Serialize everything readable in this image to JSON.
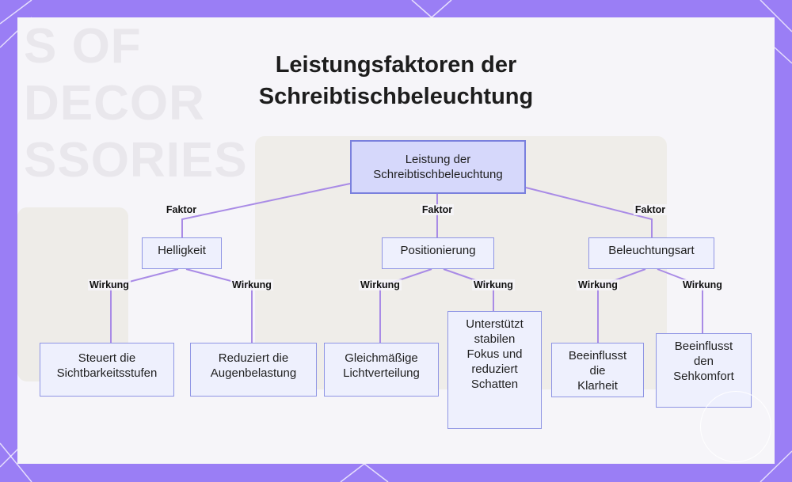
{
  "title": [
    "Leistungsfaktoren der",
    "Schreibtischbeleuchtung"
  ],
  "background_text": [
    "S OF",
    "DECOR",
    "SSORIES"
  ],
  "colors": {
    "frame": "#9a7ef5",
    "panel": "#f6f5f9",
    "edge": "#a98be6",
    "node_fill": "#eef0fd",
    "node_border": "#8f95e4",
    "root_fill": "#d6d8fb"
  },
  "nodes": {
    "root": "Leistung der\nSchreibtischbeleuchtung",
    "helligkeit": "Helligkeit",
    "positionierung": "Positionierung",
    "beleuchtungsart": "Beleuchtungsart",
    "sichtbarkeit": "Steuert die\nSichtbarkeitsstufen",
    "augen": "Reduziert die\nAugenbelastung",
    "licht": "Gleichmäßige\nLichtverteilung",
    "fokus": "Unterstützt\nstabilen\nFokus und\nreduziert\nSchatten",
    "klarheit": "Beeinflusst\ndie\nKlarheit",
    "sehkomfort": "Beeinflusst\nden\nSehkomfort"
  },
  "edge_labels": {
    "faktor": "Faktor",
    "wirkung": "Wirkung"
  }
}
